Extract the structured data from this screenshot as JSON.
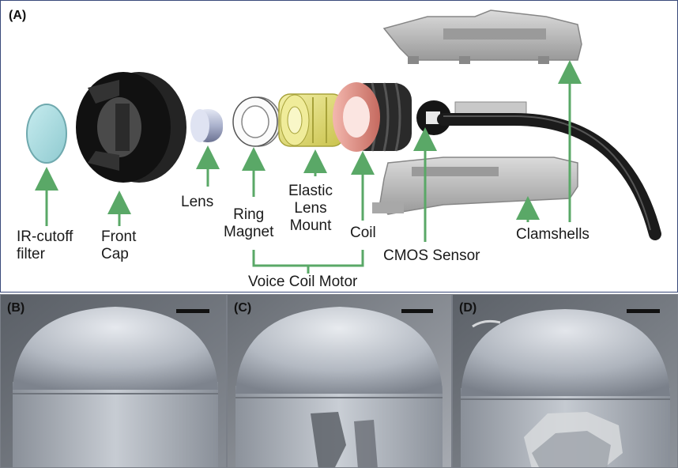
{
  "panels": {
    "a": {
      "letter": "(A)",
      "labels": {
        "ir_cutoff": "IR-cutoff\nfilter",
        "front_cap": "Front\nCap",
        "lens": "Lens",
        "ring_magnet": "Ring\nMagnet",
        "elastic_lens_mount": "Elastic\nLens\nMount",
        "coil": "Coil",
        "cmos_sensor": "CMOS Sensor",
        "clamshells": "Clamshells",
        "voice_coil_motor": "Voice Coil Motor"
      }
    },
    "b": {
      "letter": "(B)"
    },
    "c": {
      "letter": "(C)"
    },
    "d": {
      "letter": "(D)"
    }
  },
  "colors": {
    "arrow": "#5aa867",
    "bracket": "#5aa867",
    "border": "#3a4a7a",
    "filter": "#a6d8dc",
    "front_cap": "#1e1e1e",
    "lens": "#b8bfd6",
    "ring_magnet": "#f4f4f4",
    "lens_mount": "#e6e27a",
    "coil": "#e89a8e",
    "clamshell": "#b5b5b5",
    "cable": "#1b1b1b"
  }
}
